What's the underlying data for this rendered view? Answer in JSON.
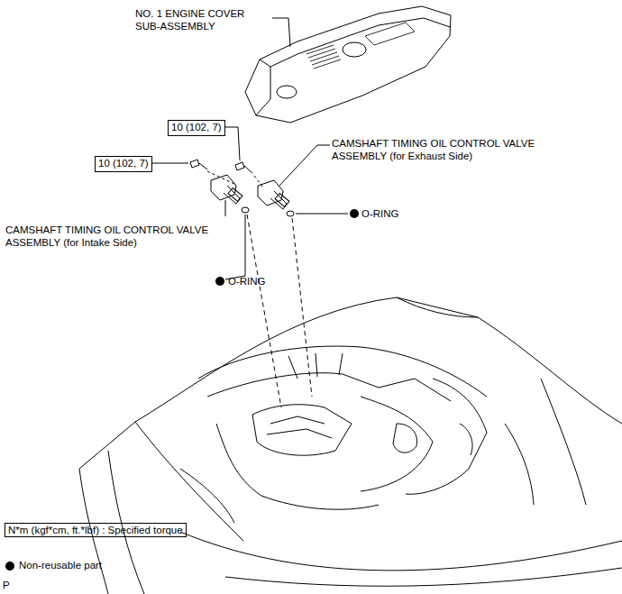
{
  "diagram": {
    "nodes": [
      {
        "text": [
          "10 (102, 7)"
        ]
      },
      {
        "text": [
          "10 (102, 7)"
        ]
      }
    ],
    "labels": [
      "NO. 1 ENGINE COVER SUB-ASSEMBLY",
      "CAMSHAFT TIMING OIL CONTROL VALVE ASSEMBLY (for Exhaust Side)",
      "CAMSHAFT TIMING OIL CONTROL VALVE ASSEMBLY (for Intake Side)",
      "O-RING",
      "O-RING",
      "P"
    ],
    "legend": [
      {
        "text": "N*m (kgf*cm, ft.*lbf) : Specified torque"
      },
      {
        "text": "Non-reusable part"
      }
    ]
  }
}
